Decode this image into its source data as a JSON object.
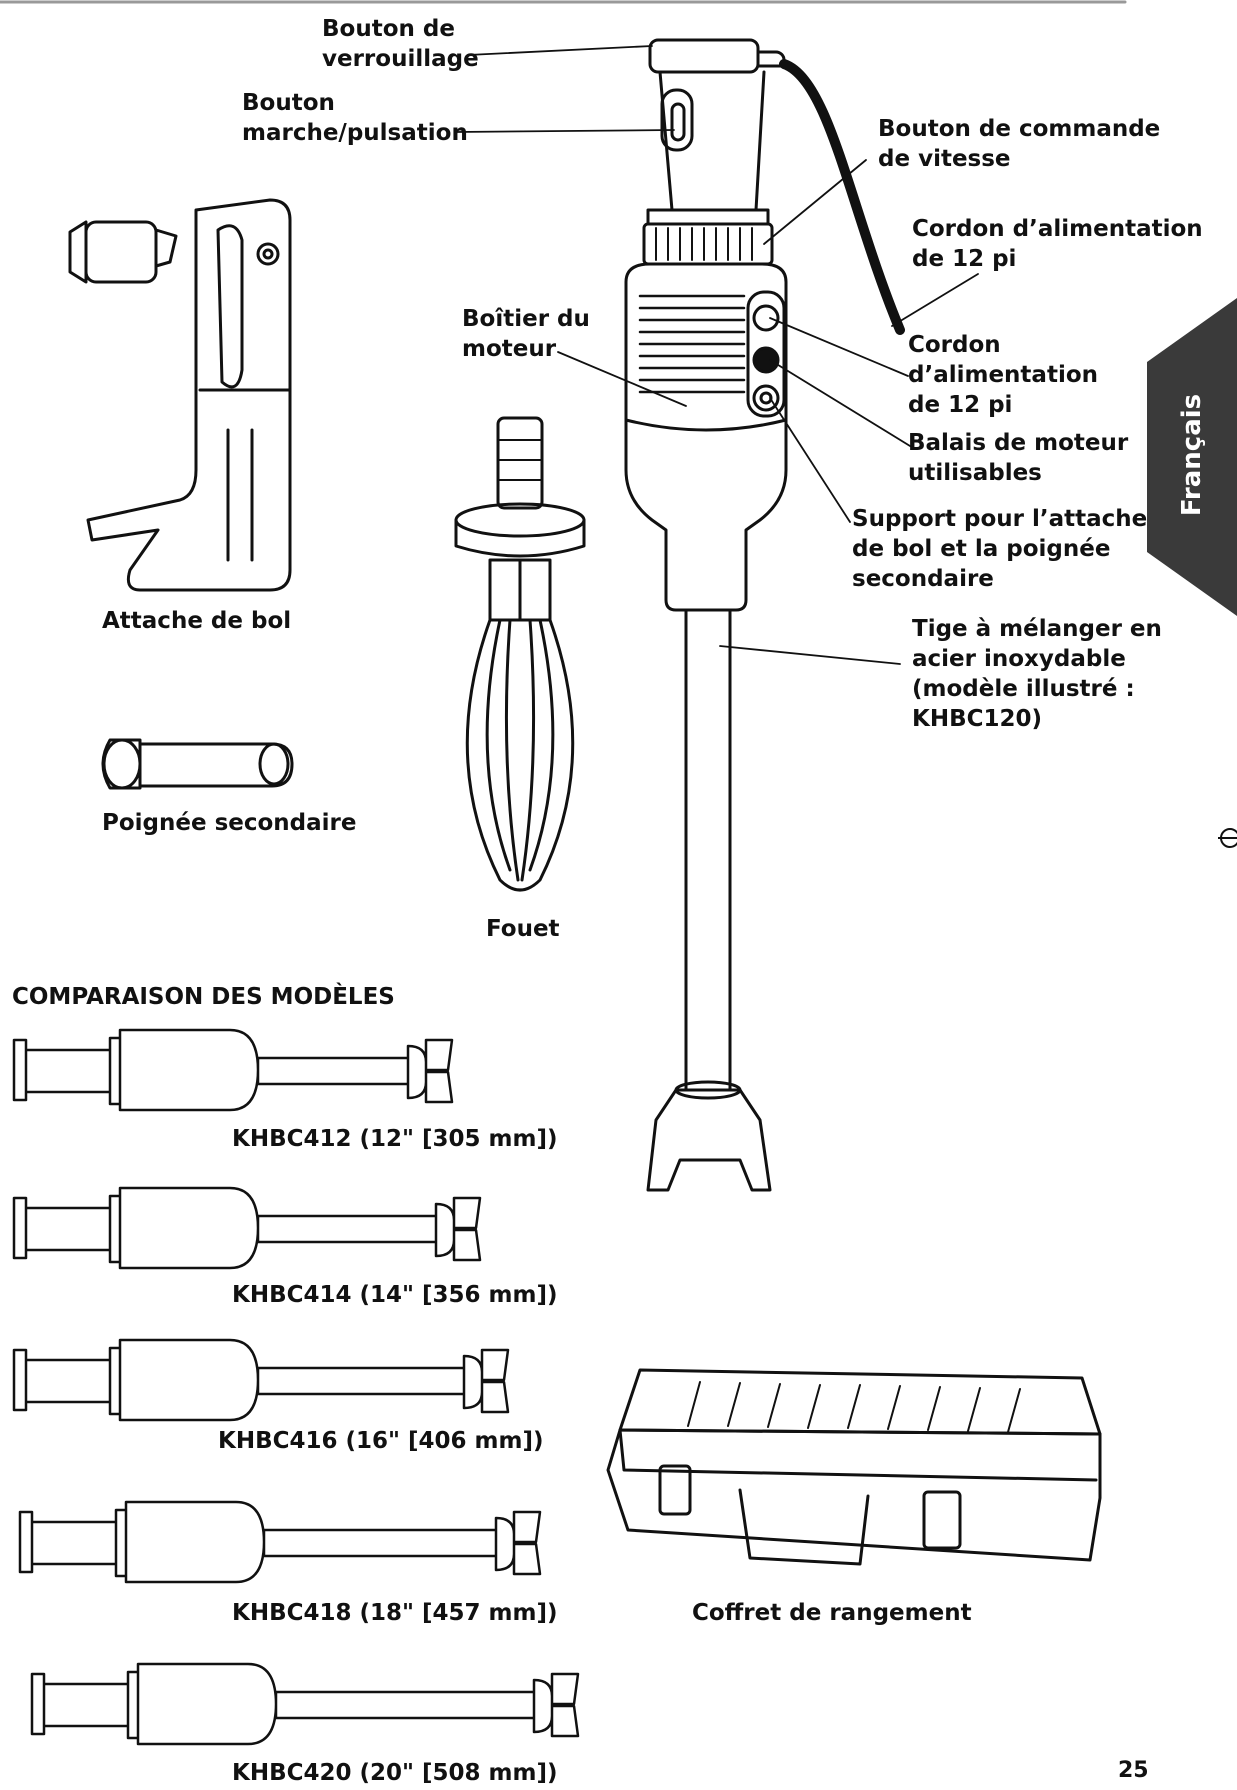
{
  "language_tab": "Français",
  "page_number": "25",
  "labels": {
    "bouton_verrouillage": [
      "Bouton de",
      "verrouillage"
    ],
    "bouton_marche": [
      "Bouton",
      "marche/pulsation"
    ],
    "bouton_vitesse": [
      "Bouton de commande",
      "de vitesse"
    ],
    "cordon_1": [
      "Cordon d’alimentation",
      "de 12 pi"
    ],
    "boitier": [
      "Boîtier du",
      "moteur"
    ],
    "cordon_2": [
      "Cordon",
      "d’alimentation",
      "de 12 pi"
    ],
    "balais": [
      "Balais de moteur",
      "utilisables"
    ],
    "support": [
      "Support pour l’attache",
      "de bol et la poignée",
      "secondaire"
    ],
    "tige": [
      "Tige à mélanger en",
      "acier inoxydable",
      "(modèle illustré :",
      "KHBC120)"
    ],
    "attache_bol": "Attache de bol",
    "poignee": "Poignée secondaire",
    "fouet": "Fouet",
    "coffret": "Coffret de rangement"
  },
  "comparison": {
    "title": "COMPARAISON DES MODÈLES",
    "models": [
      "KHBC412 (12\" [305 mm])",
      "KHBC414 (14\" [356 mm])",
      "KHBC416 (16\" [406 mm])",
      "KHBC418 (18\" [457 mm])",
      "KHBC420 (20\" [508 mm])"
    ]
  }
}
